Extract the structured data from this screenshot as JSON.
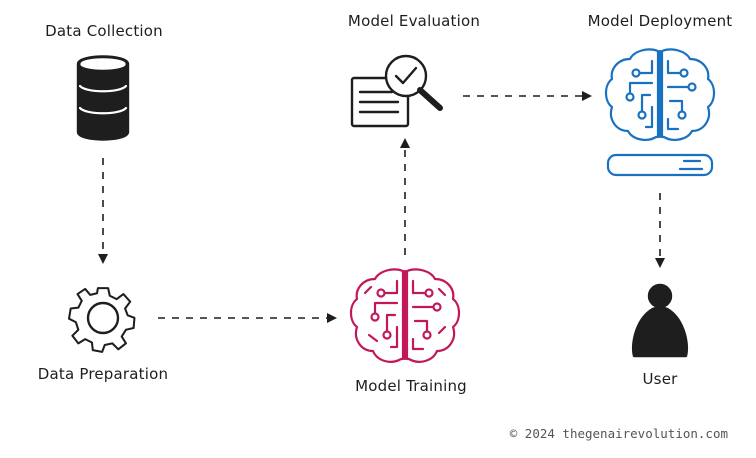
{
  "nodes": {
    "data_collection": {
      "label": "Data Collection",
      "icon": "database-icon"
    },
    "data_preparation": {
      "label": "Data Preparation",
      "icon": "gear-icon"
    },
    "model_training": {
      "label": "Model Training",
      "icon": "brain-circuit-icon"
    },
    "model_evaluation": {
      "label": "Model Evaluation",
      "icon": "document-magnifier-icon"
    },
    "model_deployment": {
      "label": "Model Deployment",
      "icon": "brain-server-icon"
    },
    "user": {
      "label": "User",
      "icon": "user-icon"
    }
  },
  "edges": [
    {
      "from": "data_collection",
      "to": "data_preparation",
      "style": "dashed"
    },
    {
      "from": "data_preparation",
      "to": "model_training",
      "style": "dashed"
    },
    {
      "from": "model_training",
      "to": "model_evaluation",
      "style": "dashed"
    },
    {
      "from": "model_evaluation",
      "to": "model_deployment",
      "style": "dashed"
    },
    {
      "from": "model_deployment",
      "to": "user",
      "style": "dashed"
    }
  ],
  "colors": {
    "ink": "#1e1e1e",
    "training": "#c2185b",
    "deployment": "#1971c2"
  },
  "footer": "© 2024 thegenairevolution.com"
}
